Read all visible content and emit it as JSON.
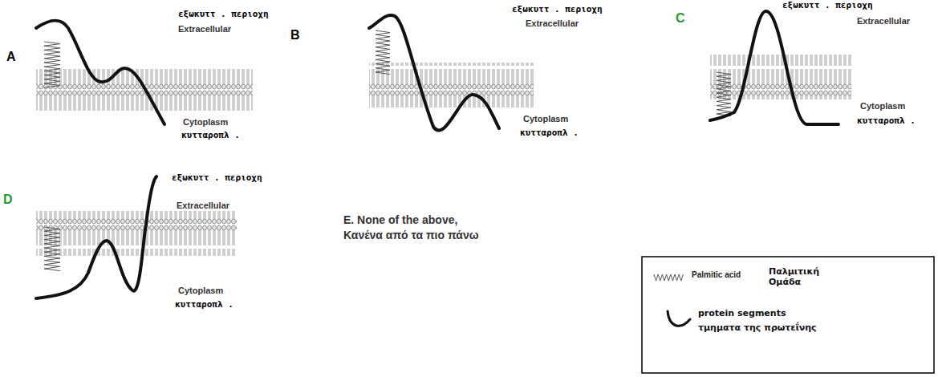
{
  "diagram": {
    "labels": [
      "A",
      "εξωκυττ . περιοχη",
      "Extracellular",
      "Cytoplasm",
      "κυτταροπλ .",
      "B",
      "εξωκυττ . περιοχη",
      "Extracellular",
      "Cytoplasm",
      "κυτταροπλ .",
      "C",
      "εξωκυττ . περιοχη",
      "Extracellular",
      "Cytoplasm",
      "κυτταροπλ .",
      "D",
      "εξωκυττ . περιοχη",
      "Extracellular",
      "Cytoplasm",
      "κυτταροπλ .",
      "E. None of the above,",
      "Κανένα από τα πιο πάνω",
      "Παλμιτική Ομάδα",
      "τμηματα της πρωτεΐνης"
    ],
    "legend": [
      {
        "text": "Palmitic acid"
      },
      {
        "text": "protein segments"
      }
    ]
  }
}
